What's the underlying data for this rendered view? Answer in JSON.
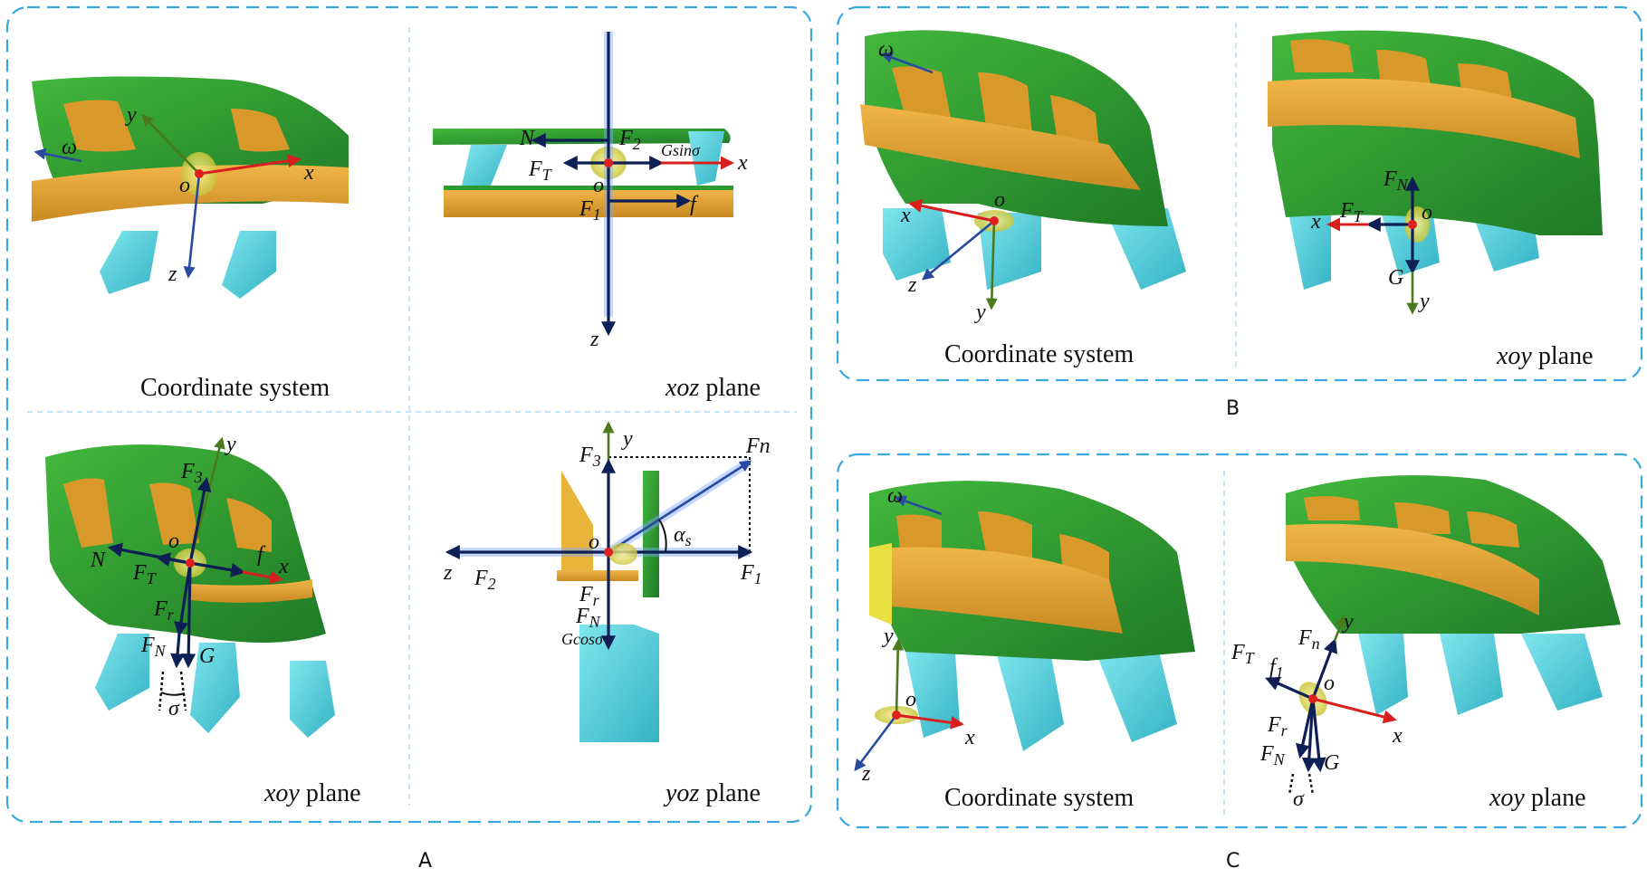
{
  "panels": {
    "A": {
      "label": "A",
      "coordinate_system": {
        "caption": "Coordinate system",
        "axes": [
          "x",
          "y",
          "z"
        ],
        "origin": "o",
        "rotation": "ω"
      },
      "xoz": {
        "caption_italic": "xoz",
        "caption_plain": " plane",
        "forces": {
          "N": "N",
          "F2": "F2",
          "FT": "FT",
          "Gsin": "Gsinσ",
          "F1": "F1",
          "f": "f"
        },
        "axes": [
          "x",
          "z"
        ],
        "origin": "o"
      },
      "xoy": {
        "caption_italic": "xoy",
        "caption_plain": " plane",
        "forces": {
          "F3": "F3",
          "N": "N",
          "FT": "FT",
          "f": "f",
          "Fr": "Fr",
          "FN": "FN",
          "G": "G"
        },
        "axes": [
          "x",
          "y"
        ],
        "origin": "o",
        "angle": "σ"
      },
      "yoz": {
        "caption_italic": "yoz",
        "caption_plain": " plane",
        "forces": {
          "F3": "F3",
          "Fn": "Fn",
          "F2": "F2",
          "F1": "F1",
          "Fr": "Fr",
          "FN": "FN",
          "Gcos": "Gcosσ"
        },
        "axes": [
          "y",
          "z"
        ],
        "origin": "o",
        "angle": "αs"
      }
    },
    "B": {
      "label": "B",
      "coordinate_system": {
        "caption": "Coordinate system",
        "axes": [
          "x",
          "y",
          "z"
        ],
        "origin": "o",
        "rotation": "ω"
      },
      "xoy": {
        "caption_italic": "xoy",
        "caption_plain": " plane",
        "forces": {
          "FN": "FN",
          "FT": "FT",
          "G": "G"
        },
        "axes": [
          "x",
          "y"
        ],
        "origin": "o"
      }
    },
    "C": {
      "label": "C",
      "coordinate_system": {
        "caption": "Coordinate system",
        "axes": [
          "x",
          "y",
          "z"
        ],
        "origin": "o",
        "rotation": "ω"
      },
      "xoy": {
        "caption_italic": "xoy",
        "caption_plain": " plane",
        "forces": {
          "FT": "FT",
          "Fn": "Fn",
          "f1": "f1",
          "Fr": "Fr",
          "FN": "FN",
          "G": "G"
        },
        "axes": [
          "x",
          "y"
        ],
        "origin": "o",
        "angle": "σ"
      }
    }
  },
  "colors": {
    "frame": "#3aa8e0",
    "green_body": "#2e9a2e",
    "orange_band": "#e2a030",
    "cyan_tooth": "#5fd3e0",
    "axis_dark": "#0d1f55",
    "axis_red": "#d81f1f",
    "axis_green": "#4b7a1e",
    "origin_dot": "#e02020"
  }
}
